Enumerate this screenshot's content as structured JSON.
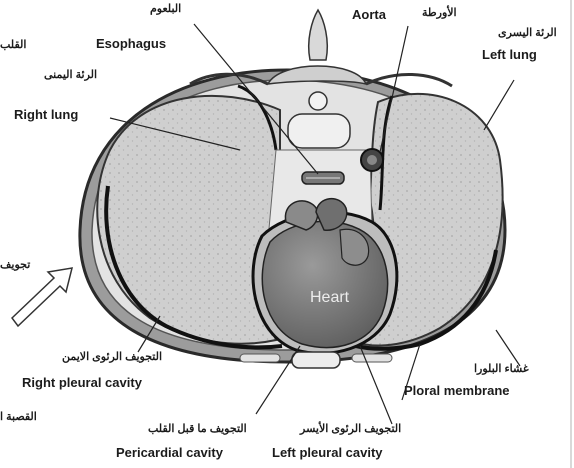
{
  "labels": {
    "esophagus_ar": "البلعوم",
    "esophagus_en": "Esophagus",
    "aorta_ar": "الأورطة",
    "aorta_en": "Aorta",
    "left_lung_ar": "الرئة اليسرى",
    "left_lung_en": "Left lung",
    "right_lung_ar": "الرئة اليمنى",
    "right_lung_en": "Right lung",
    "heart_ar_cut": "القلب",
    "cavity_ar_cut": "تجويف",
    "trachea_ar_cut": "القصبة ا",
    "heart_en": "Heart",
    "right_pleural_ar": "التجويف الرئوى الايمن",
    "right_pleural_en": "Right pleural cavity",
    "pleural_membrane_ar": "غشاء البلورا",
    "pleural_membrane_en": "Ploral membrane",
    "pericardial_ar": "التجويف ما قبل القلب",
    "pericardial_en": "Pericardial cavity",
    "left_pleural_ar": "التجويف الرئوى الأيسر",
    "left_pleural_en": "Left pleural cavity"
  },
  "colors": {
    "lung": "#cfcfcf",
    "body_wall": "#8c8c8c",
    "heart": "#7a7a7a",
    "ink": "#1c1c1c"
  }
}
